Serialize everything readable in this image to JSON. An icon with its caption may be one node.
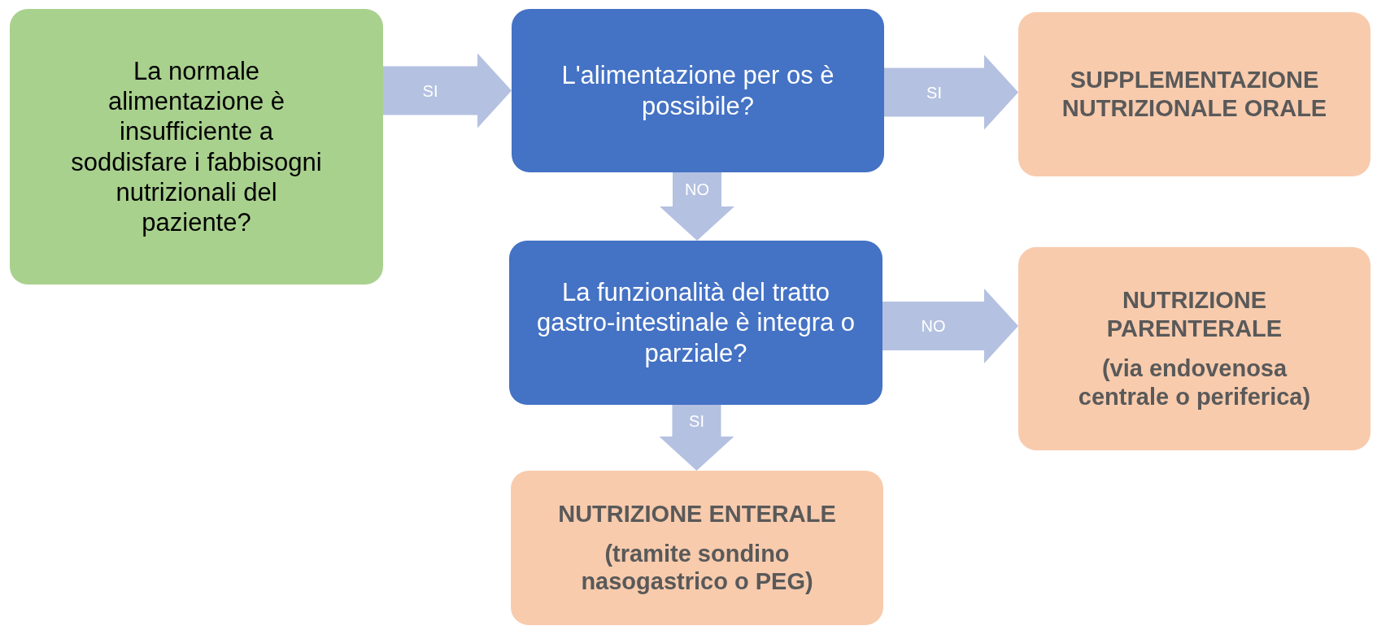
{
  "diagram": {
    "nodes": [
      {
        "text": [
          "La normale alimentazione è insufficiente a soddisfare i fabbisogni nutrizionali del paziente?"
        ]
      },
      {
        "text": [
          "L'alimentazione per os è possibile?"
        ]
      },
      {
        "text": [
          "SUPPLEMENTAZIONE NUTRIZIONALE ORALE"
        ]
      },
      {
        "text": [
          "La funzionalità del tratto gastro-intestinale è integra o parziale?"
        ]
      },
      {
        "text": [
          "NUTRIZIONE PARENTERALE",
          "(via endovenosa centrale o periferica)"
        ]
      },
      {
        "text": [
          "NUTRIZIONE ENTERALE",
          "(tramite sondino nasogastrico o PEG)"
        ]
      }
    ],
    "edges": [
      {
        "from": 0,
        "to": 1,
        "arrow": "to",
        "label": "SI"
      },
      {
        "from": 1,
        "to": 2,
        "arrow": "to",
        "label": "SI"
      },
      {
        "from": 1,
        "to": 3,
        "arrow": "to",
        "label": "NO"
      },
      {
        "from": 3,
        "to": 4,
        "arrow": "to",
        "label": "NO"
      },
      {
        "from": 3,
        "to": 5,
        "arrow": "to",
        "label": "SI"
      }
    ]
  }
}
